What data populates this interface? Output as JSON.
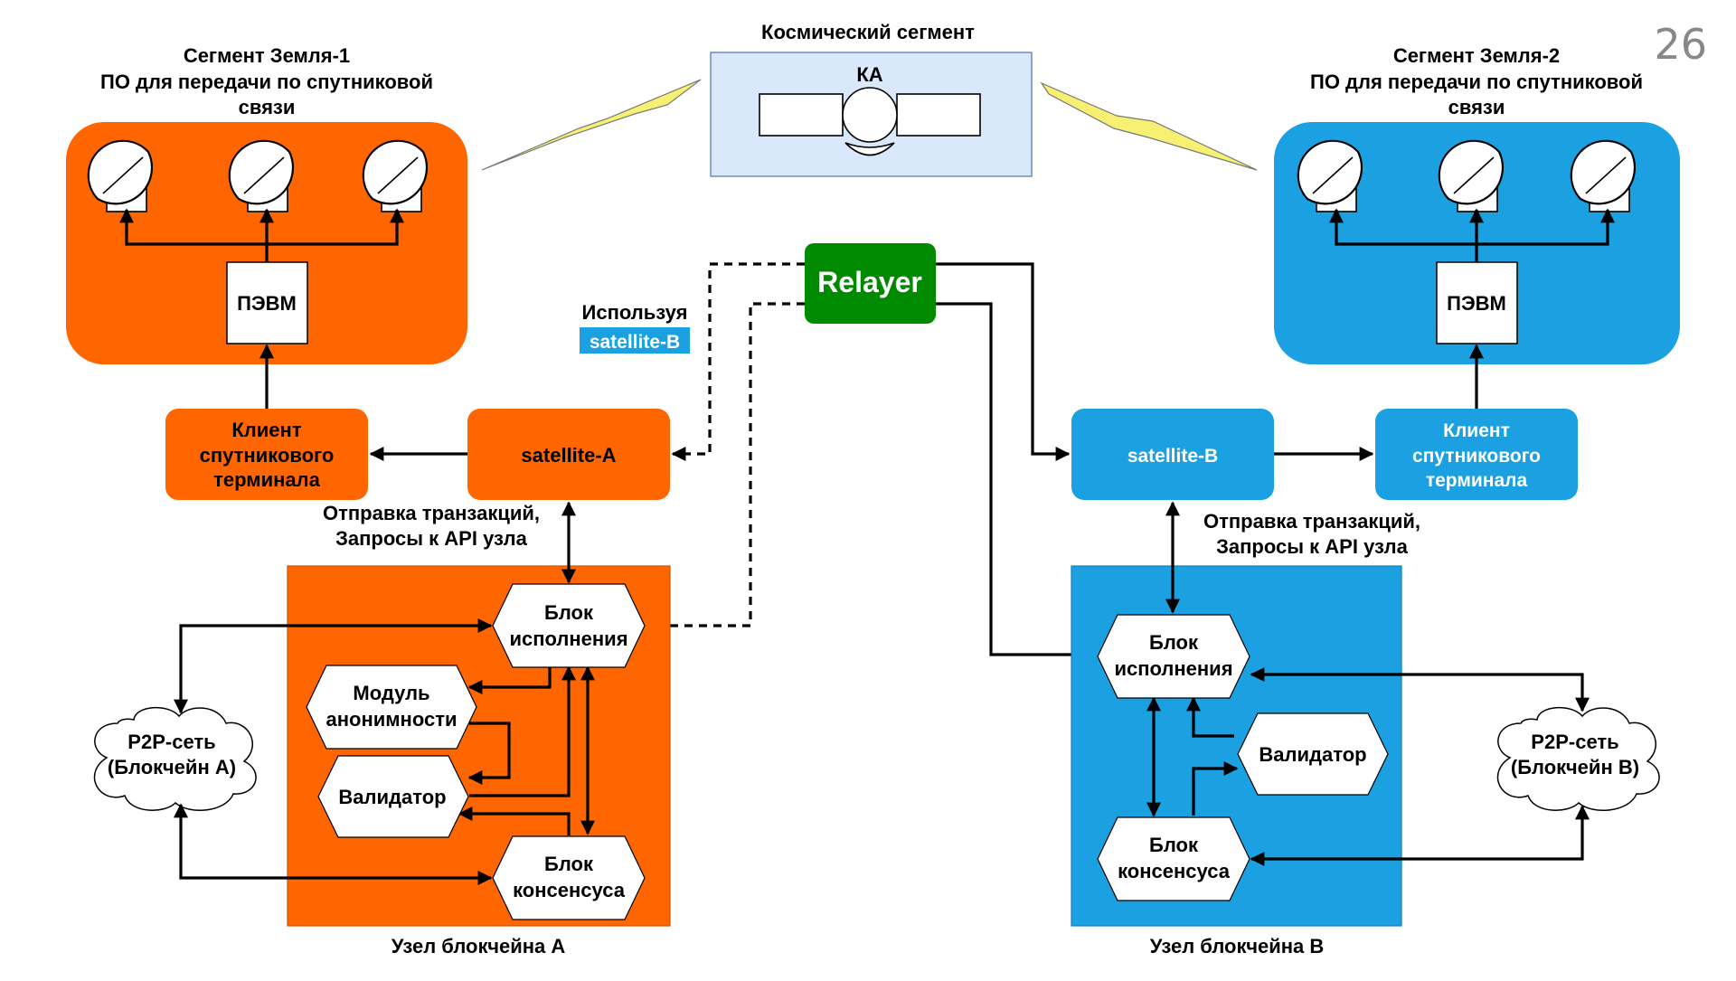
{
  "slide": {
    "number": "26"
  },
  "colors": {
    "orange": "#FF6600",
    "blue": "#1BA1E2",
    "green": "#008A00",
    "space_bg": "#DAE8FC",
    "bolt": "#F8F073"
  },
  "space_segment": {
    "title": "Космический сегмент",
    "sat_label": "КА"
  },
  "earth1": {
    "title_lines": [
      "Сегмент Земля-1",
      "ПО для передачи по спутниковой",
      "связи"
    ],
    "pc_label": "ПЭВМ",
    "terminal_lines": [
      "Клиент",
      "спутникового",
      "терминала"
    ]
  },
  "earth2": {
    "title_lines": [
      "Сегмент Земля-2",
      "ПО для передачи по спутниковой",
      "связи"
    ],
    "pc_label": "ПЭВМ",
    "terminal_lines": [
      "Клиент",
      "спутникового",
      "терминала"
    ]
  },
  "relayer": {
    "label": "Relayer"
  },
  "using_note": {
    "prefix": "Используя",
    "highlight": "satellite-B"
  },
  "satellite_a": {
    "label": "satellite-A"
  },
  "satellite_b": {
    "label": "satellite-B"
  },
  "tx_note_a": [
    "Отправка транзакций,",
    "Запросы к API узла"
  ],
  "tx_note_b": [
    "Отправка транзакций,",
    "Запросы к API узла"
  ],
  "node_a": {
    "caption": "Узел блокчейна A",
    "execution_lines": [
      "Блок",
      "исполнения"
    ],
    "anonymity_lines": [
      "Модуль",
      "анонимности"
    ],
    "validator": "Валидатор",
    "consensus_lines": [
      "Блок",
      "консенсуса"
    ],
    "p2p_lines": [
      "P2P-сеть",
      "(Блокчейн A)"
    ]
  },
  "node_b": {
    "caption": "Узел блокчейна B",
    "execution_lines": [
      "Блок",
      "исполнения"
    ],
    "validator": "Валидатор",
    "consensus_lines": [
      "Блок",
      "консенсуса"
    ],
    "p2p_lines": [
      "P2P-сеть",
      "(Блокчейн B)"
    ]
  }
}
